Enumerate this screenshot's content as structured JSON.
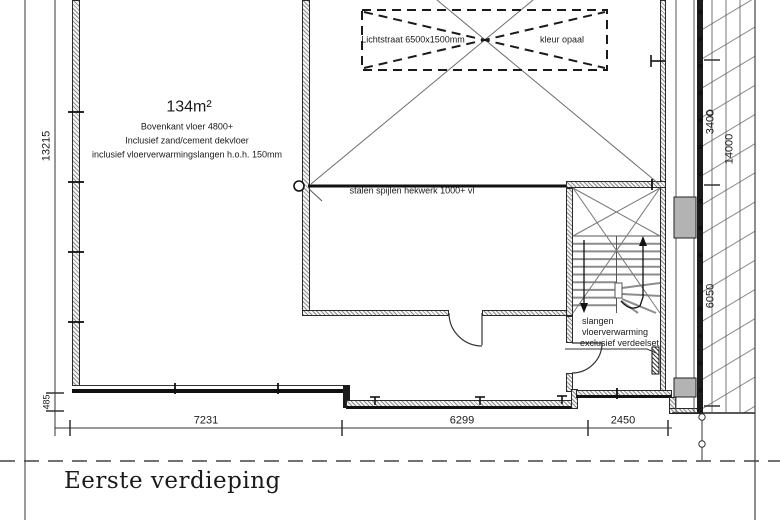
{
  "room": {
    "area": "134m²",
    "note1": "Bovenkant vloer 4800+",
    "note2": "Inclusief zand/cement dekvloer",
    "note3": "inclusief vloerverwarmingslangen h.o.h. 150mm"
  },
  "skylight": {
    "label": "Lichtstraat 6500x1500mm",
    "color_note": "kleur opaal"
  },
  "railing": {
    "label": "stalen spijlen hekwerk 1000+ vl"
  },
  "heating": {
    "line1": "slangen",
    "line2": "vloerverwarming",
    "line3": "exclusief verdeelset"
  },
  "dimensions": {
    "left_height": "13215",
    "left_step": "485",
    "bottom_left": "7231",
    "bottom_middle": "6299",
    "bottom_right": "2450",
    "right_top": "3400",
    "right_overall": "14000",
    "right_bottom": "6050"
  },
  "title": "Eerste verdieping",
  "colors": {
    "line": "#1a1a1a",
    "hatch": "#8a8a8a",
    "fill_grey": "#b3b3b3"
  }
}
